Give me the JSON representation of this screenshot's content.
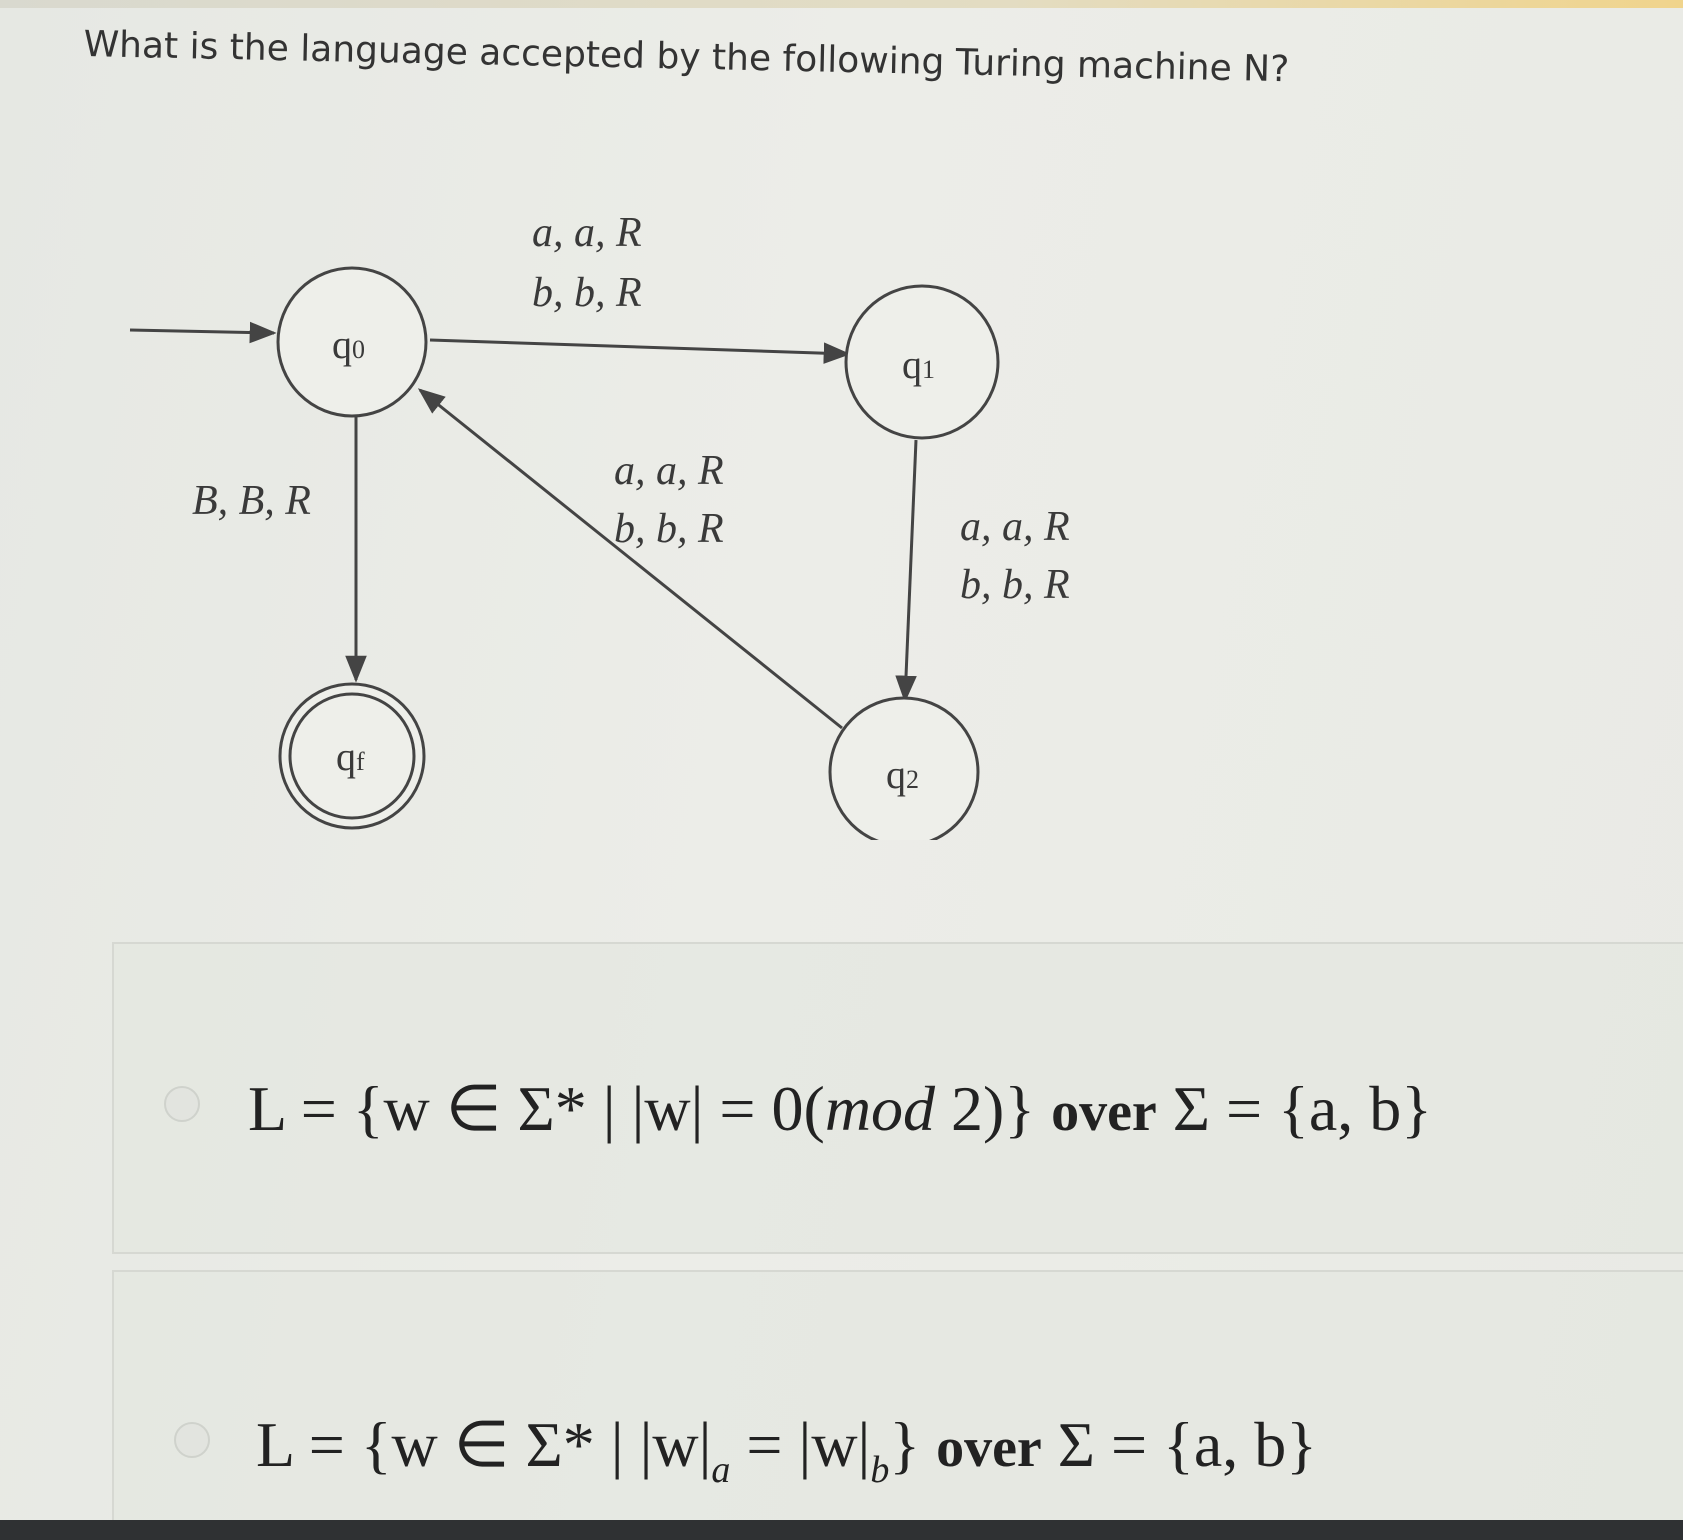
{
  "question": {
    "text": "What is the language accepted by the following Turing machine N?"
  },
  "diagram": {
    "states": [
      {
        "id": "q0",
        "base": "q",
        "sub": "0",
        "start": true,
        "accepting": false
      },
      {
        "id": "q1",
        "base": "q",
        "sub": "1",
        "start": false,
        "accepting": false
      },
      {
        "id": "q2",
        "base": "q",
        "sub": "2",
        "start": false,
        "accepting": false
      },
      {
        "id": "qf",
        "base": "q",
        "sub": "f",
        "start": false,
        "accepting": true
      }
    ],
    "transitions": [
      {
        "from": "q0",
        "to": "q1",
        "label_1": "a, a, R",
        "label_2": "b, b, R"
      },
      {
        "from": "q1",
        "to": "q2",
        "label_1": "a, a, R",
        "label_2": "b, b, R"
      },
      {
        "from": "q2",
        "to": "q0",
        "label_1": "a, a, R",
        "label_2": "b, b, R"
      },
      {
        "from": "q0",
        "to": "qf",
        "label_1": "B, B, R"
      }
    ]
  },
  "options": [
    {
      "selected": false,
      "lhs": "L = {w ∈ Σ* | |w| = 0(",
      "mod": "mod",
      "mid": " 2)}",
      "over": "over",
      "rhs": "Σ = {a, b}"
    },
    {
      "selected": false,
      "lhs": "L = {w ∈ Σ* | |w|",
      "sub_a": "a",
      "eq": " = |w|",
      "sub_b": "b",
      "close": "}",
      "over": "over",
      "rhs": "Σ = {a, b}"
    }
  ]
}
